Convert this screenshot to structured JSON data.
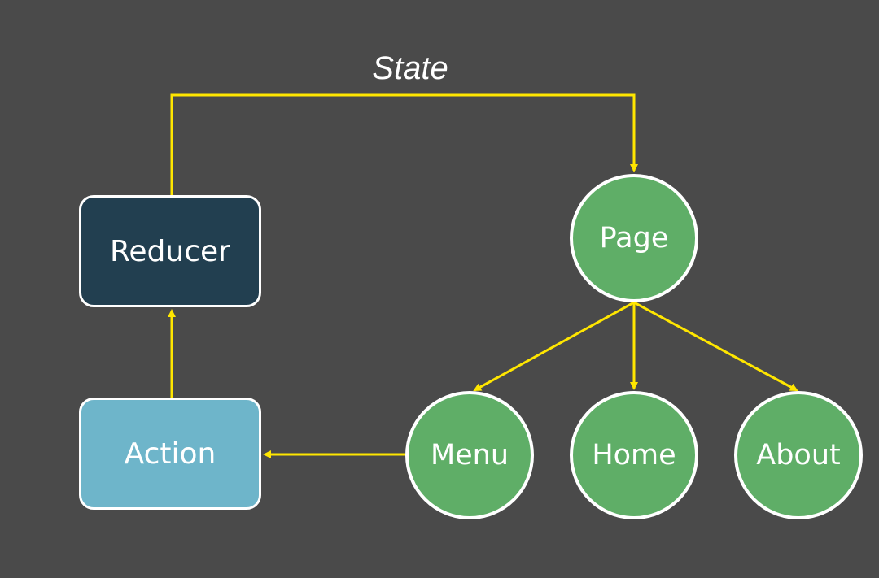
{
  "diagram": {
    "state_label": "State",
    "nodes": {
      "reducer": "Reducer",
      "action": "Action",
      "page": "Page",
      "menu": "Menu",
      "home": "Home",
      "about": "About"
    },
    "edges": [
      {
        "from": "Reducer",
        "to": "Page",
        "label": "State"
      },
      {
        "from": "Page",
        "to": "Menu"
      },
      {
        "from": "Page",
        "to": "Home"
      },
      {
        "from": "Page",
        "to": "About"
      },
      {
        "from": "Menu",
        "to": "Action"
      },
      {
        "from": "Action",
        "to": "Reducer"
      }
    ]
  },
  "colors": {
    "background": "#4a4a4a",
    "edge": "#ffe600",
    "reducer": "#223f50",
    "action": "#6eb5ca",
    "component": "#5fae67",
    "border": "#ffffff",
    "text": "#ffffff"
  }
}
